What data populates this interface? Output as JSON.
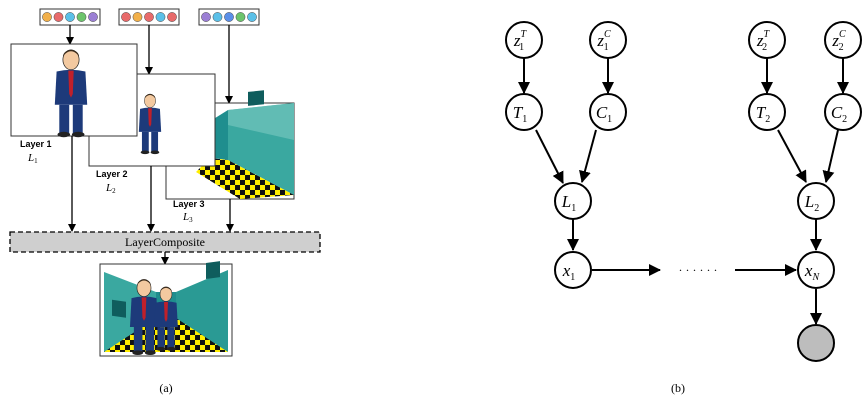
{
  "panel_a": {
    "caption": "(a)",
    "layers": [
      {
        "title": "Layer 1",
        "symbol": "L",
        "subscript": "1"
      },
      {
        "title": "Layer 2",
        "symbol": "L",
        "subscript": "2"
      },
      {
        "title": "Layer 3",
        "symbol": "L",
        "subscript": "3"
      }
    ],
    "composite_label": "LayerComposite",
    "palettes": [
      [
        "#f2b04a",
        "#e86a6a",
        "#5bc0e8",
        "#6cc46c",
        "#9b7fd4"
      ],
      [
        "#e86a6a",
        "#f2b04a",
        "#e86a6a",
        "#5bc0e8",
        "#e86a6a"
      ],
      [
        "#9b7fd4",
        "#5bc0e8",
        "#5b8fe8",
        "#6cc46c",
        "#5bc0e8"
      ]
    ],
    "colors": {
      "composite_fill": "#cfcfcf",
      "suit": "#1d3a7a",
      "tie": "#c0202a",
      "skin": "#f3c9a0",
      "wall": "#1f8e8e",
      "floor_yellow": "#ffee00",
      "floor_black": "#111111"
    }
  },
  "panel_b": {
    "caption": "(b)",
    "nodes": [
      {
        "id": "zT1",
        "base": "z",
        "sub": "1",
        "sup": "T"
      },
      {
        "id": "zC1",
        "base": "z",
        "sub": "1",
        "sup": "C"
      },
      {
        "id": "zT2",
        "base": "z",
        "sub": "2",
        "sup": "T"
      },
      {
        "id": "zC2",
        "base": "z",
        "sub": "2",
        "sup": "C"
      },
      {
        "id": "T1",
        "base": "T",
        "sub": "1",
        "sup": ""
      },
      {
        "id": "C1",
        "base": "C",
        "sub": "1",
        "sup": ""
      },
      {
        "id": "T2",
        "base": "T",
        "sub": "2",
        "sup": ""
      },
      {
        "id": "C2",
        "base": "C",
        "sub": "2",
        "sup": ""
      },
      {
        "id": "L1",
        "base": "L",
        "sub": "1",
        "sup": ""
      },
      {
        "id": "L2",
        "base": "L",
        "sub": "2",
        "sup": ""
      },
      {
        "id": "x1",
        "base": "x",
        "sub": "1",
        "sup": ""
      },
      {
        "id": "xN",
        "base": "x",
        "sub": "N",
        "sup": ""
      },
      {
        "id": "obs",
        "base": "",
        "sub": "",
        "sup": ""
      }
    ],
    "ellipsis": "· · · · · ·",
    "colors": {
      "observed_fill": "#bdbdbd"
    }
  }
}
